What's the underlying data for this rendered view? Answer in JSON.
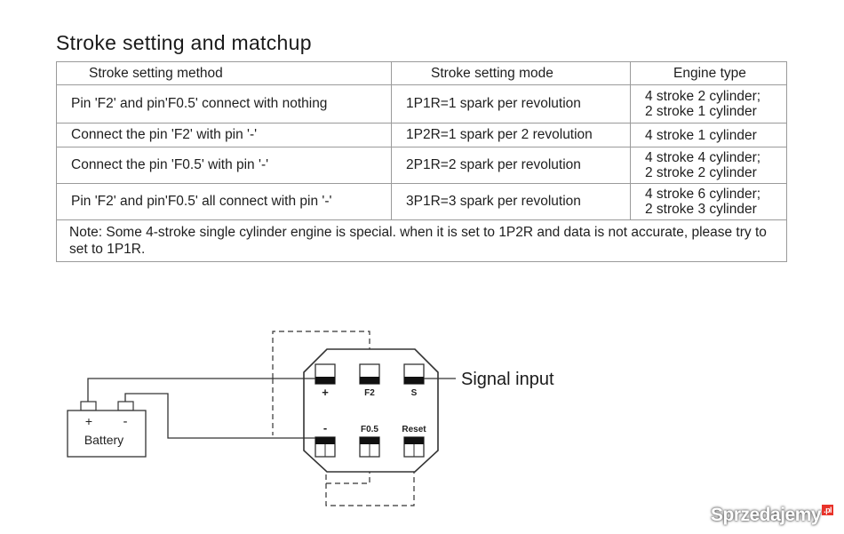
{
  "title": "Stroke setting and matchup",
  "table": {
    "headers": [
      "Stroke setting method",
      "Stroke setting mode",
      "Engine type"
    ],
    "rows": [
      {
        "method": "Pin 'F2' and pin'F0.5' connect with nothing",
        "mode": "1P1R=1 spark per revolution",
        "engine": [
          "4 stroke 2 cylinder;",
          "2 stroke 1 cylinder"
        ]
      },
      {
        "method": "Connect the pin 'F2' with pin '-'",
        "mode": "1P2R=1 spark per 2 revolution",
        "engine": [
          "4 stroke 1 cylinder"
        ]
      },
      {
        "method": "Connect the pin 'F0.5' with pin '-'",
        "mode": "2P1R=2 spark per revolution",
        "engine": [
          "4 stroke 4 cylinder;",
          "2 stroke 2 cylinder"
        ]
      },
      {
        "method": "Pin 'F2' and pin'F0.5' all connect with pin '-'",
        "mode": "3P1R=3 spark per revolution",
        "engine": [
          "4 stroke 6 cylinder;",
          "2 stroke 3 cylinder"
        ]
      }
    ],
    "note": "Note: Some 4-stroke single cylinder engine is special. when it is set to 1P2R and data is not accurate, please try to set to 1P1R."
  },
  "diagram": {
    "battery_label": "Battery",
    "battery_plus": "+",
    "battery_minus": "-",
    "pins": {
      "plus": "+",
      "f2": "F2",
      "s": "S",
      "minus": "-",
      "f05": "F0.5",
      "reset": "Reset"
    },
    "signal_input": "Signal input"
  },
  "watermark": {
    "text": "Sprzedajemy",
    "suffix": ".pl"
  }
}
